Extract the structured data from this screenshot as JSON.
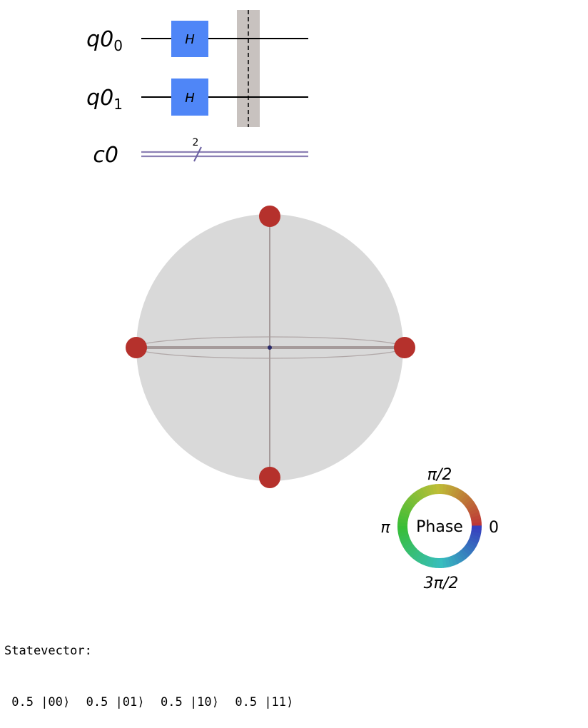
{
  "circuit": {
    "qubits": [
      {
        "name": "q0",
        "index": "0",
        "gate": "H"
      },
      {
        "name": "q0",
        "index": "1",
        "gate": "H"
      }
    ],
    "clbit": {
      "name": "c0",
      "width": "2"
    },
    "colors": {
      "gate": "#4f86f7",
      "barrier": "#c8c2bf",
      "wire": "#000000",
      "classical": "#8b7fb4"
    }
  },
  "qsphere": {
    "colors": {
      "sphere": "#d9d9d9",
      "state": "#b5312c",
      "line": "#a59a9a"
    },
    "states": [
      "00",
      "01",
      "10",
      "11"
    ],
    "amplitudes": [
      0.5,
      0.5,
      0.5,
      0.5
    ],
    "phase_rad": [
      0,
      0,
      0,
      0
    ]
  },
  "phase_wheel": {
    "center_label": "Phase",
    "labels": {
      "top": "π/2",
      "left": "π",
      "right": "0",
      "bottom": "3π/2"
    }
  },
  "statevector": {
    "title": "Statevector:",
    "terms": [
      "0.5 |00⟩",
      "0.5 |01⟩",
      "0.5 |10⟩",
      "0.5 |11⟩"
    ]
  }
}
